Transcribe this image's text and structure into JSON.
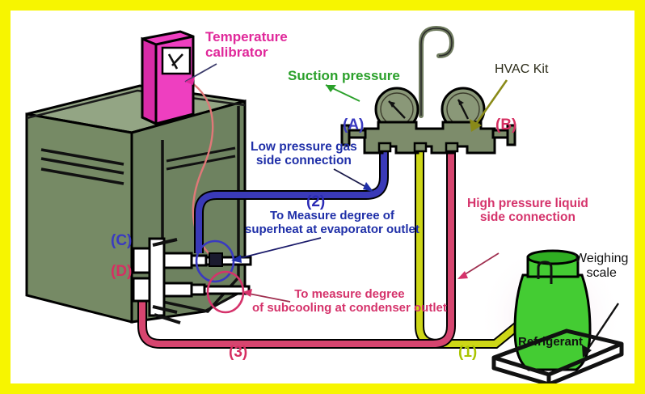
{
  "diagram": {
    "title": "HVAC manifold gauge set connection diagram",
    "frame_color": "#f7f500",
    "background": "#ffffff"
  },
  "labels": {
    "temperature_calibrator": "Temperature\ncalibrator",
    "temperature_calibrator_line1": "Temperature",
    "temperature_calibrator_line2": "calibrator",
    "suction_pressure": "Suction pressure",
    "hvac_kit": "HVAC Kit",
    "low_pressure_line1": "Low pressure gas",
    "low_pressure_line2": "side connection",
    "high_pressure_line1": "High pressure liquid",
    "high_pressure_line2": "side connection",
    "superheat_line1": "To Measure degree of",
    "superheat_line2": "superheat at evaporator outlet",
    "subcooling_line1": "To measure degree",
    "subcooling_line2": "of subcooling at condenser outlet",
    "weighing_scale_line1": "Weighing",
    "weighing_scale_line2": "scale",
    "refrigerant": "Refrigerant"
  },
  "callouts": {
    "a": "(A)",
    "b": "(B)",
    "c": "(C)",
    "d": "(D)",
    "one": "(1)",
    "two": "(2)",
    "three": "(3)"
  },
  "colors": {
    "frame_yellow": "#f7f500",
    "unit_green_front": "#768a65",
    "unit_green_top": "#93a584",
    "unit_green_side": "#667a57",
    "calibrator_magenta": "#ee3fc0",
    "calibrator_side": "#d92ba8",
    "manifold_olive": "#7d8c6b",
    "gauge_olive": "#8a9878",
    "hose_blue": "#3a3ab8",
    "hose_yellow": "#cdd617",
    "hose_red": "#d6456f",
    "cylinder_green": "#44cc33",
    "cylinder_green_dark": "#2fae22",
    "text_blue": "#1f2fa8",
    "text_red": "#d5336b",
    "text_green": "#2aa02a",
    "text_magenta": "#e0289a",
    "text_olive": "#2b2b18",
    "scale_black": "#111111",
    "calibrator_wire": "#e07070"
  },
  "components": {
    "indoor_unit": "evaporator-cabinet",
    "calibrator_display": "thermocouple-readout",
    "manifold_ports": [
      "low-side-blue",
      "center-yellow",
      "high-side-red"
    ],
    "gauge_left": "compound-gauge",
    "gauge_right": "high-pressure-gauge",
    "hook": "hanging-hook",
    "valve_assembly": "service-valve-ports",
    "cylinder": "refrigerant-cylinder",
    "scale": "weighing-scale-platform"
  }
}
